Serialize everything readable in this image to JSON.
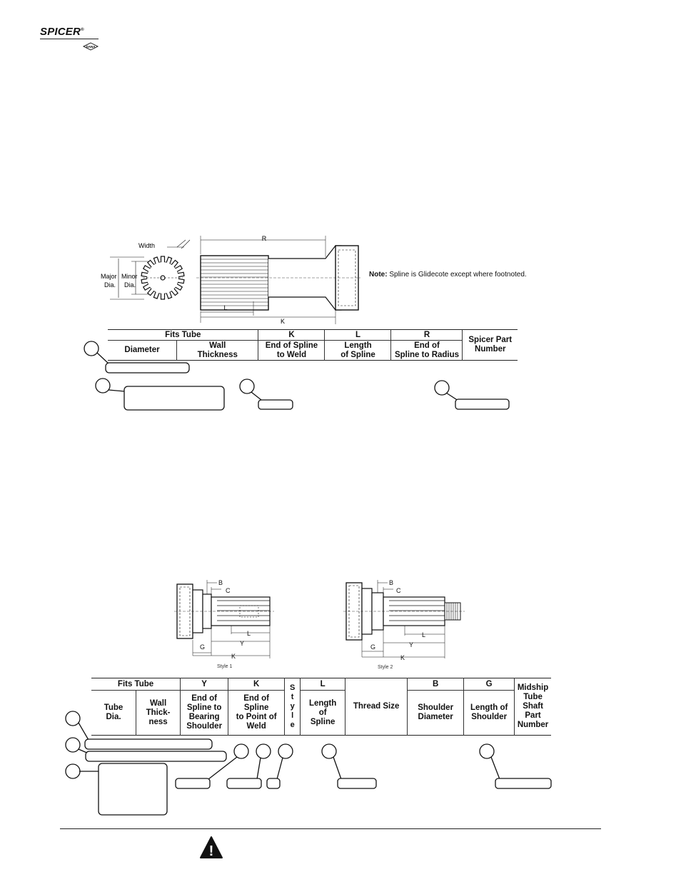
{
  "header": {
    "logo_text": "SPICER",
    "logo_mark": "®",
    "sub_logo_text": "DANA"
  },
  "figure1": {
    "labels": {
      "width": "Width",
      "major": "Major",
      "major2": "Dia.",
      "minor": "Minor",
      "minor2": "Dia.",
      "R": "R",
      "L": "L",
      "K": "K"
    },
    "note_bold": "Note:",
    "note_text": " Spline is Glidecote except where footnoted."
  },
  "table1": {
    "group_fits_tube": "Fits Tube",
    "K": "K",
    "L": "L",
    "R": "R",
    "diameter": "Diameter",
    "wall_thickness_1": "Wall",
    "wall_thickness_2": "Thickness",
    "k_desc_1": "End of Spline",
    "k_desc_2": "to Weld",
    "l_desc_1": "Length",
    "l_desc_2": "of Spline",
    "r_desc_1": "End of",
    "r_desc_2": "Spline to Radius",
    "part_1": "Spicer Part",
    "part_2": "Number"
  },
  "figure2": {
    "labels": {
      "B": "B",
      "C": "C",
      "L": "L",
      "Y": "Y",
      "G": "G",
      "K": "K"
    },
    "style1_caption": "Style 1",
    "style2_caption": "Style 2"
  },
  "table2": {
    "group_fits_tube": "Fits Tube",
    "Y": "Y",
    "K": "K",
    "L": "L",
    "B": "B",
    "G": "G",
    "tube_dia_1": "Tube",
    "tube_dia_2": "Dia.",
    "wall_1": "Wall",
    "wall_2": "Thick-",
    "wall_3": "ness",
    "y_1": "End of",
    "y_2": "Spline to",
    "y_3": "Bearing",
    "y_4": "Shoulder",
    "k_1": "End of",
    "k_2": "Spline",
    "k_3": "to Point of",
    "k_4": "Weld",
    "style_letters": [
      "S",
      "t",
      "y",
      "l",
      "e"
    ],
    "l_1": "Length",
    "l_2": "of",
    "l_3": "Spline",
    "thread": "Thread Size",
    "b_1": "Shoulder",
    "b_2": "Diameter",
    "g_1": "Length of",
    "g_2": "Shoulder",
    "mid_1": "Midship",
    "mid_2": "Tube",
    "mid_3": "Shaft",
    "mid_4": "Part",
    "mid_5": "Number"
  },
  "footer": {
    "warning_symbol": "!"
  }
}
